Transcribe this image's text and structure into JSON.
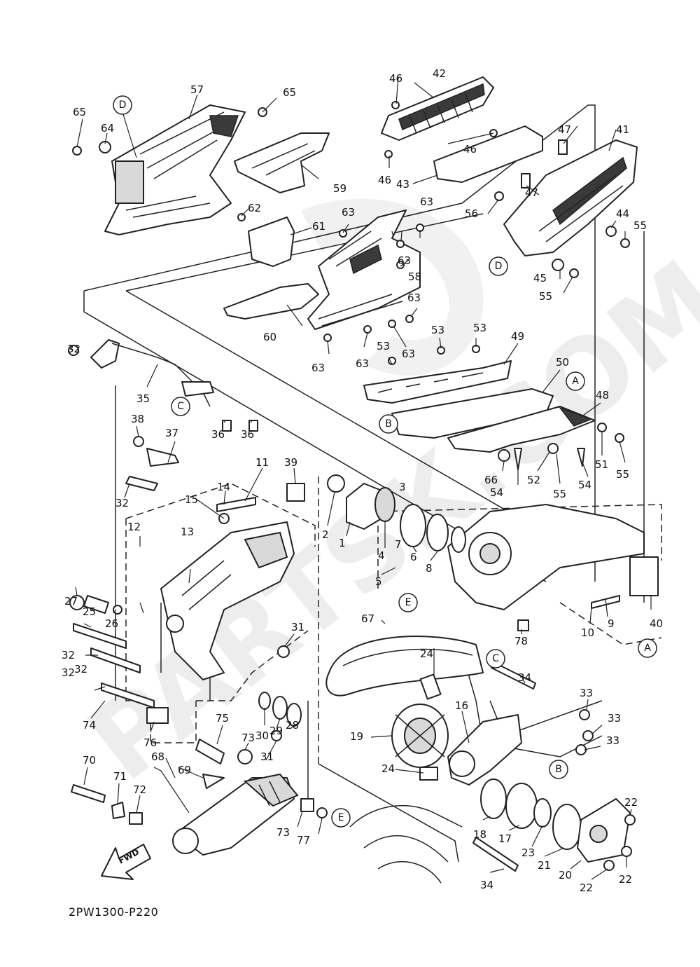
{
  "diagram": {
    "code": "2PW1300-P220",
    "fwd_label": "FWD",
    "watermark": "PARTSK.COM",
    "reference_letters": [
      "A",
      "B",
      "C",
      "D",
      "E"
    ],
    "part_numbers": [
      "1",
      "2",
      "3",
      "4",
      "5",
      "6",
      "7",
      "8",
      "9",
      "10",
      "11",
      "12",
      "13",
      "14",
      "15",
      "16",
      "17",
      "18",
      "19",
      "20",
      "21",
      "22",
      "23",
      "24",
      "25",
      "26",
      "27",
      "28",
      "29",
      "30",
      "31",
      "32",
      "33",
      "34",
      "35",
      "36",
      "37",
      "38",
      "39",
      "40",
      "41",
      "42",
      "43",
      "44",
      "45",
      "46",
      "47",
      "48",
      "49",
      "50",
      "51",
      "52",
      "53",
      "54",
      "55",
      "56",
      "57",
      "58",
      "59",
      "60",
      "61",
      "62",
      "63",
      "64",
      "65",
      "66",
      "67",
      "68",
      "69",
      "70",
      "71",
      "72",
      "73",
      "74",
      "75",
      "76",
      "77",
      "78"
    ]
  }
}
